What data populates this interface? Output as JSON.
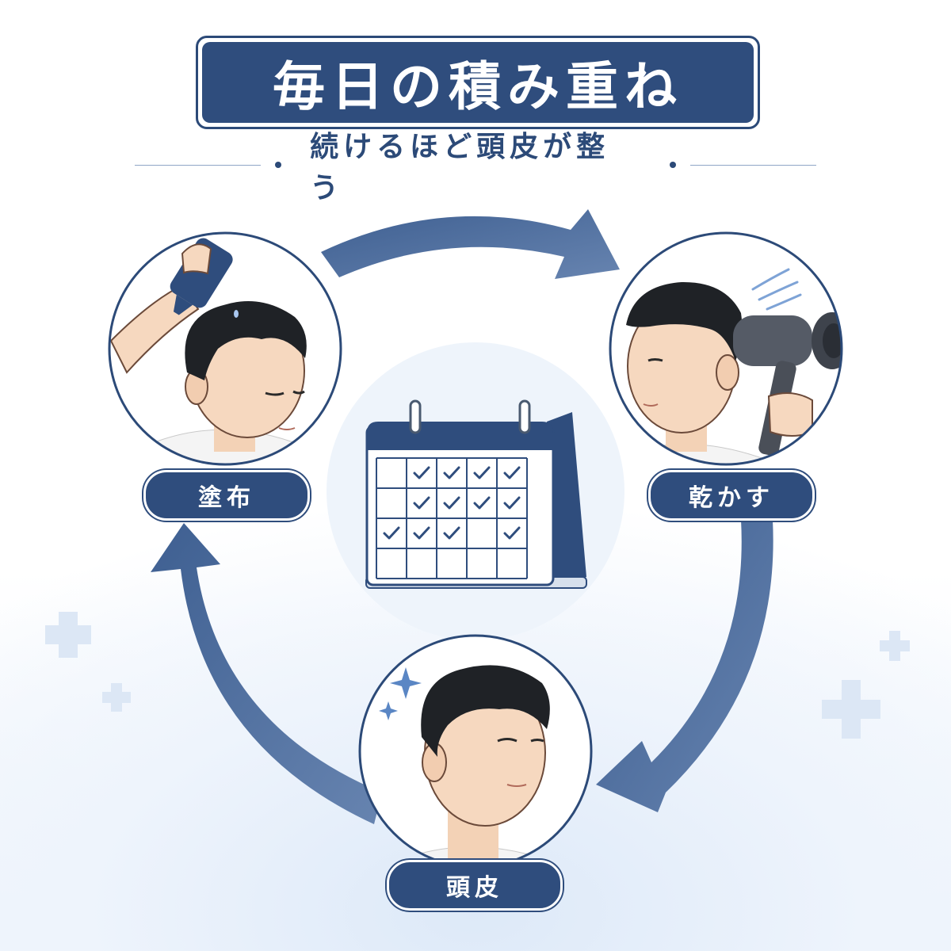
{
  "title": "毎日の積み重ね",
  "subtitle": "続けるほど頭皮が整う",
  "steps": [
    {
      "label": "塗布",
      "icon": "applying-lotion-icon"
    },
    {
      "label": "乾かす",
      "icon": "hair-dryer-icon"
    },
    {
      "label": "頭皮",
      "icon": "healthy-scalp-icon"
    }
  ],
  "calendar": {
    "icon": "calendar-icon",
    "checked": [
      [
        false,
        true,
        true,
        true,
        true
      ],
      [
        false,
        true,
        true,
        true,
        true
      ],
      [
        true,
        true,
        true,
        false,
        true
      ],
      [
        false,
        false,
        false,
        false,
        false
      ]
    ]
  },
  "colors": {
    "navy": "#2f4d7d",
    "arrow": "#5272a0",
    "skin": "#f6d8bf",
    "hair": "#1f2226"
  }
}
